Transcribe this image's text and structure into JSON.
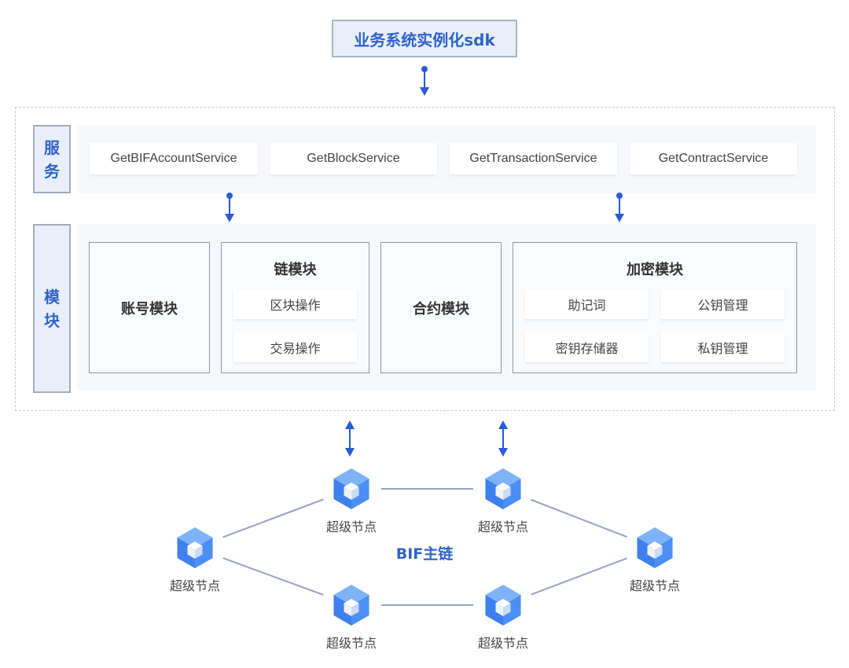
{
  "sdk": {
    "title": "业务系统实例化sdk"
  },
  "services": {
    "label": [
      "服",
      "务"
    ],
    "items": [
      {
        "label": "GetBIFAccountService"
      },
      {
        "label": "GetBlockService"
      },
      {
        "label": "GetTransactionService"
      },
      {
        "label": "GetContractService"
      }
    ]
  },
  "modules": {
    "label": [
      "模",
      "块"
    ],
    "account": {
      "title": "账号模块"
    },
    "chain": {
      "title": "链模块",
      "items": [
        "区块操作",
        "交易操作"
      ]
    },
    "contract": {
      "title": "合约模块"
    },
    "crypto": {
      "title": "加密模块",
      "items": [
        "助记词",
        "公钥管理",
        "密钥存储器",
        "私钥管理"
      ]
    }
  },
  "network": {
    "title": "BIF主链",
    "node_label": "超级节点",
    "nodes": [
      {
        "id": "top-left",
        "label": "超级节点"
      },
      {
        "id": "top-right",
        "label": "超级节点"
      },
      {
        "id": "left",
        "label": "超级节点"
      },
      {
        "id": "right",
        "label": "超级节点"
      },
      {
        "id": "bottom-left",
        "label": "超级节点"
      },
      {
        "id": "bottom-right",
        "label": "超级节点"
      }
    ],
    "edges": [
      [
        "top-left",
        "top-right"
      ],
      [
        "left",
        "top-left"
      ],
      [
        "left",
        "bottom-left"
      ],
      [
        "bottom-left",
        "bottom-right"
      ],
      [
        "top-right",
        "right"
      ],
      [
        "bottom-right",
        "right"
      ]
    ]
  },
  "colors": {
    "accent": "#2f63c7",
    "arrow": "#2a5bd7",
    "label_bg": "#e8effa",
    "cube_dark": "#3b7ff0",
    "cube_light": "#6aa5f7"
  }
}
